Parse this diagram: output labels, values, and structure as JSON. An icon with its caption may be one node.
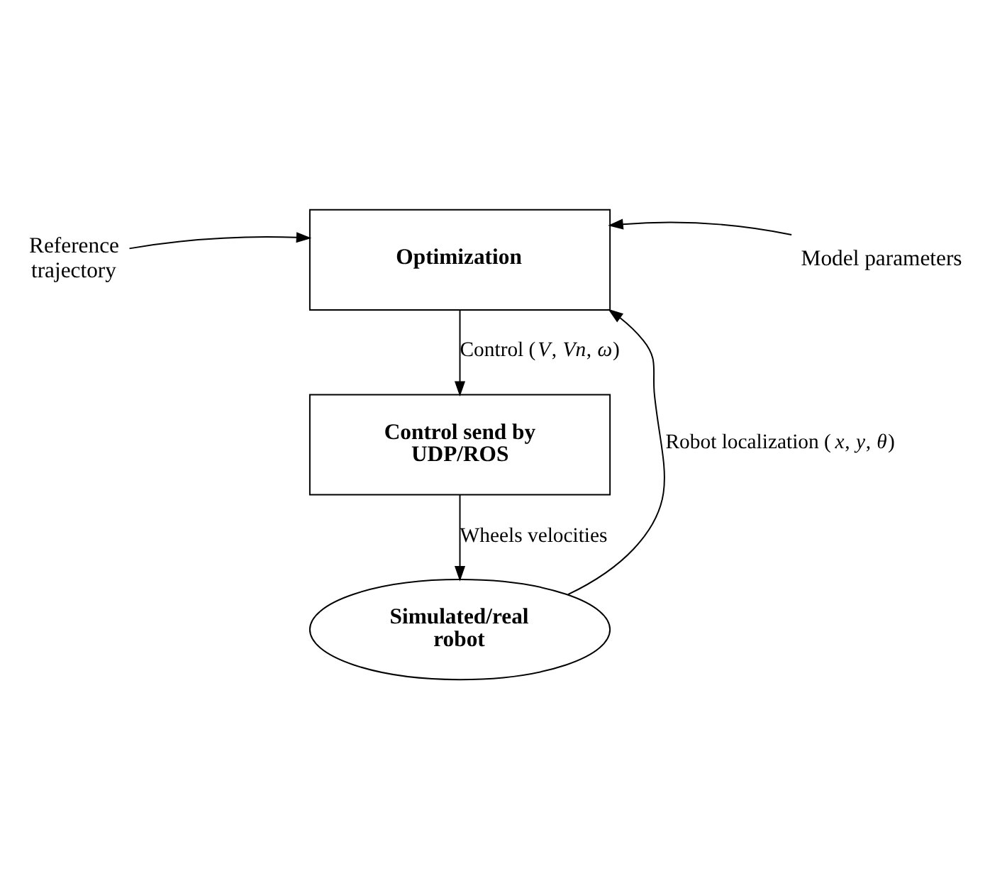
{
  "diagram": {
    "nodes": [
      {
        "text": [
          "Reference trajectory"
        ]
      },
      {
        "text": [
          "Optimization"
        ]
      },
      {
        "text": [
          "Model parameters"
        ]
      },
      {
        "text": [
          "Control send by UDP/ROS"
        ]
      },
      {
        "text": [
          "Simulated/real robot"
        ]
      }
    ],
    "edges": [
      {
        "from": 0,
        "to": 1,
        "arrow": "to"
      },
      {
        "from": 2,
        "to": 1,
        "arrow": "to"
      },
      {
        "from": 1,
        "to": 3,
        "arrow": "to",
        "label": "Control (*V*, *Vn*, *ω*)"
      },
      {
        "from": 3,
        "to": 4,
        "arrow": "to",
        "label": "Wheels velocities"
      },
      {
        "from": 4,
        "to": 1,
        "arrow": "to",
        "label": "Robot localization (*x*, *y*, *θ*)"
      }
    ]
  }
}
